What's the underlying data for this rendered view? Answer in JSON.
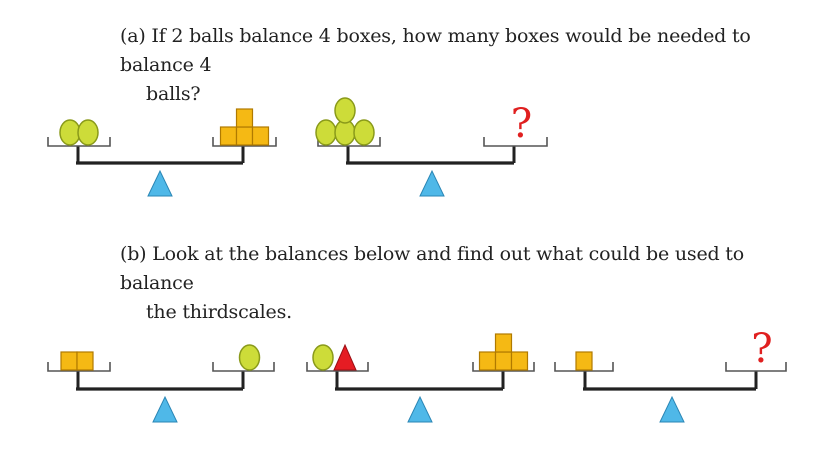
{
  "questions": {
    "a": {
      "line1": "(a) If 2 balls balance 4 boxes, how many boxes would be needed to balance 4",
      "line2": "balls?"
    },
    "b": {
      "line1": "(b) Look at the balances below and find out what could be used to balance",
      "line2": "the thirdscales."
    }
  },
  "unknown_mark": "?",
  "colors": {
    "ball_fill": "#cddc39",
    "ball_stroke": "#8a9a1a",
    "box_fill": "#f5b914",
    "box_stroke": "#b07a00",
    "cone_fill": "#e51c23",
    "fulcrum_fill": "#4fb8e8",
    "beam": "#222222",
    "question_mark": "#e02020"
  },
  "icons": [
    "ball-icon",
    "box-icon",
    "cone-icon",
    "fulcrum-icon",
    "question-mark-icon"
  ],
  "balances": [
    {
      "id": "a1",
      "left": {
        "balls": 2
      },
      "right": {
        "boxes": 4
      }
    },
    {
      "id": "a2",
      "left": {
        "balls": 4
      },
      "right": {
        "unknown": true
      }
    },
    {
      "id": "b1",
      "left": {
        "boxes": 2
      },
      "right": {
        "balls": 1
      }
    },
    {
      "id": "b2",
      "left": {
        "balls": 1,
        "cones": 1
      },
      "right": {
        "boxes": 4
      }
    },
    {
      "id": "b3",
      "left": {
        "boxes": 1
      },
      "right": {
        "unknown": true
      }
    }
  ]
}
